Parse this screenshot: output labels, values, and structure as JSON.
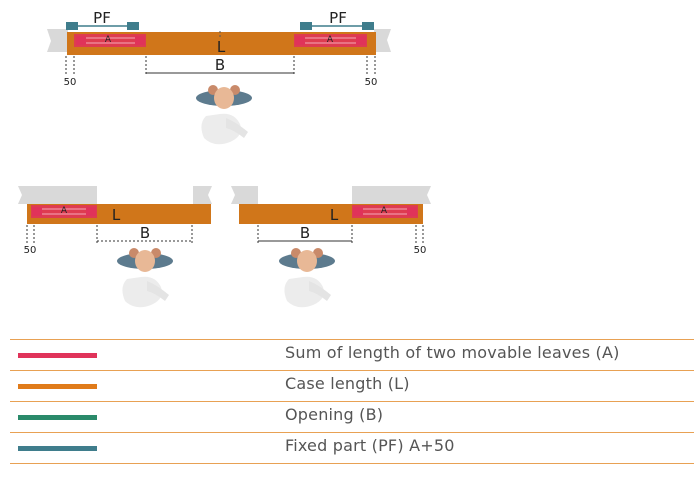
{
  "labels": {
    "pf": "PF",
    "a": "A",
    "l": "L",
    "b": "B",
    "fifty": "50"
  },
  "colors": {
    "leaves": "#e0335a",
    "case": "#e07b1a",
    "opening": "#2a8a6a",
    "fixed": "#3f7d8c",
    "wall": "#d9d9d9"
  },
  "legend": [
    {
      "swatch": "#e0335a",
      "text": "Sum of length of two movable leaves (A)"
    },
    {
      "swatch": "#e07b1a",
      "text": "Case length (L)"
    },
    {
      "swatch": "#2a8a6a",
      "text": "Opening (B)"
    },
    {
      "swatch": "#3f7d8c",
      "text": "Fixed part (PF) A+50"
    }
  ]
}
